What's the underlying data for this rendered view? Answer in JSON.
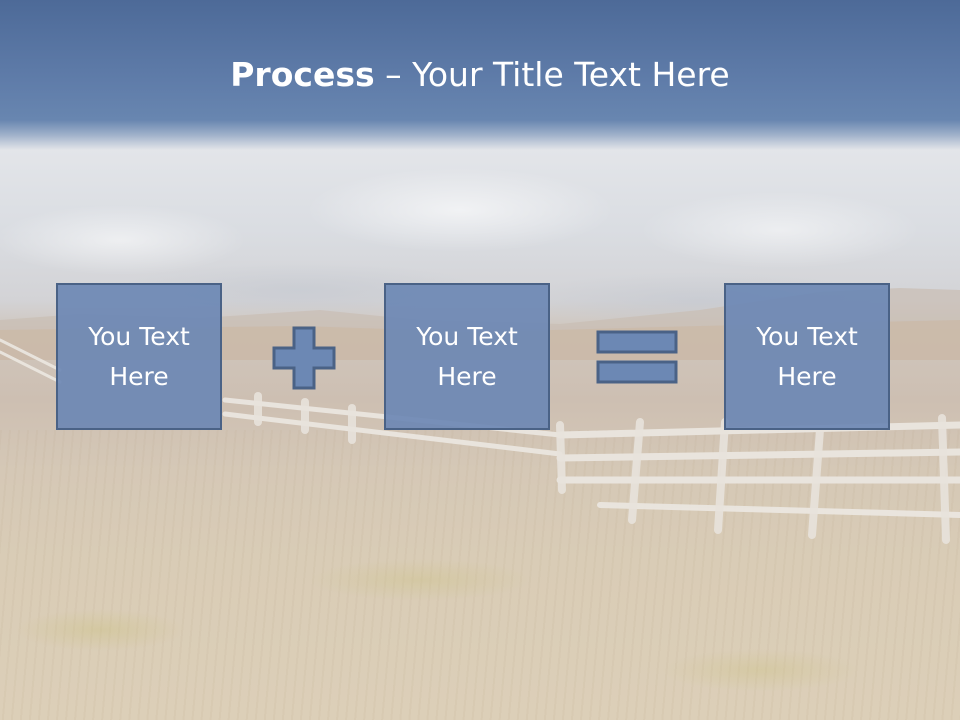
{
  "slide": {
    "title_bold": "Process",
    "title_rest": " – Your Title Text Here",
    "steps": [
      {
        "text": "You Text Here"
      },
      {
        "text": "You Text Here"
      },
      {
        "text": "You Text Here"
      }
    ],
    "operators": [
      "plus-icon",
      "equals-icon"
    ],
    "colors": {
      "title_band": "#5f7ca9",
      "box_fill": "#6c88b4",
      "box_border": "#4a6286",
      "text": "#ffffff"
    }
  }
}
